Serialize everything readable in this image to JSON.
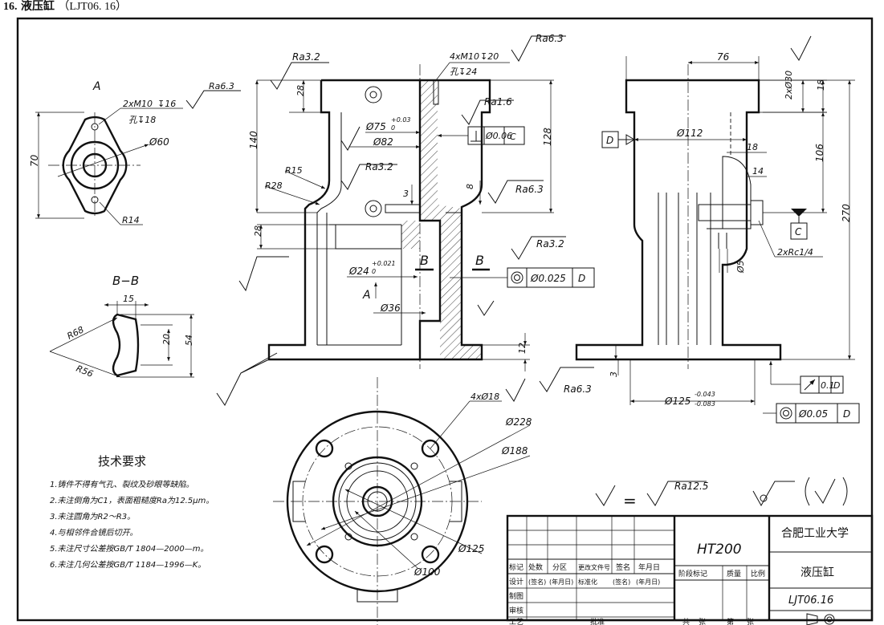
{
  "heading": {
    "number": "16.",
    "title": "液压缸",
    "code": "（LJT06. 16）"
  },
  "views": {
    "view_a": {
      "label": "A",
      "thread": "2xM10",
      "thread_depth": "16",
      "hole": "孔",
      "hole_depth": "18",
      "ra": "Ra6.3",
      "d60": "Ø60",
      "d70": "70",
      "r14": "R14"
    },
    "section_bb": {
      "label": "B−B",
      "d15": "15",
      "d20": "20",
      "d54": "54",
      "r68": "R68",
      "r56": "R56"
    },
    "main": {
      "ra32_top": "Ra3.2",
      "thread": "4xM10",
      "thread_depth": "20",
      "ra63_top": "Ra6.3",
      "hole": "孔",
      "hole_depth": "24",
      "d28_top": "28",
      "d140": "140",
      "d128": "128",
      "d75": "Ø75",
      "d75_tol_up": "+0.03",
      "d75_tol_low": "0",
      "d82": "Ø82",
      "ra16": "Ra1.6",
      "perp_value": "Ø0.06",
      "perp_datum": "C",
      "r15": "R15",
      "r28": "R28",
      "ra32_mid": "Ra3.2",
      "d3": "3",
      "d8": "8",
      "ra63_mid": "Ra6.3",
      "d28_bot": "28",
      "b_left": "B",
      "b_right": "B",
      "ra32_bot": "Ra3.2",
      "d24": "Ø24",
      "d24_tol_up": "+0.021",
      "d24_tol_low": "0",
      "a_arrow": "A",
      "d36": "Ø36",
      "conc_value": "Ø0.025",
      "conc_datum": "D",
      "d12": "12"
    },
    "side": {
      "d76": "76",
      "d2x30": "2xØ30",
      "d18_top": "18",
      "d112": "Ø112",
      "datum_d": "D",
      "d18_mid": "18",
      "d106": "106",
      "d14": "14",
      "datum_c": "C",
      "d270": "270",
      "rc": "2xRc1/4",
      "d5": "Ø5",
      "ra63": "Ra6.3",
      "d3": "3",
      "d125": "Ø125",
      "d125_tol_up": "-0.043",
      "d125_tol_low": "-0.083",
      "runout_value": "0.1",
      "runout_datum": "D",
      "conc_value": "Ø0.05",
      "conc_datum": "D"
    },
    "bottom": {
      "d4x18": "4xØ18",
      "d228": "Ø228",
      "d188": "Ø188",
      "d125": "Ø125",
      "d100": "Ø100"
    }
  },
  "roughness_note": {
    "ra": "Ra12.5"
  },
  "tech_req": {
    "title": "技术要求",
    "items": [
      "1.铸件不得有气孔、裂纹及砂眼等缺陷。",
      "2.未注倒角为C1，表面粗糙度Ra为12.5μm。",
      "3.未注圆角为R2～R3。",
      "4.与相邻件合镜后切开。",
      "5.未注尺寸公差按GB/T 1804—2000—m。",
      "6.未注几何公差按GB/T 1184—1996—K。"
    ]
  },
  "title_block": {
    "material": "HT200",
    "school": "合肥工业大学",
    "part_name": "液压缸",
    "drawing_no": "LJT06.16",
    "rev_headers": [
      "标记",
      "处数",
      "分区",
      "更改文件号",
      "签名",
      "年月日"
    ],
    "row_design": [
      "设计",
      "(签名)",
      "(年月日)",
      "标准化",
      "(签名)",
      "(年月日)"
    ],
    "row_draw": "制图",
    "row_check": "审核",
    "row_craft": "工艺",
    "approve": "批准",
    "stage_headers": [
      "阶段标记",
      "质量",
      "比例"
    ],
    "sheets": [
      "共",
      "张",
      "第",
      "张"
    ]
  }
}
